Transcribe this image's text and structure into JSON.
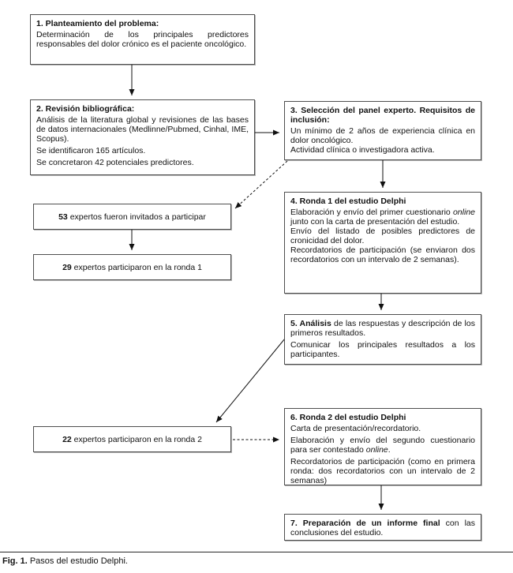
{
  "figure": {
    "caption_label": "Fig. 1.",
    "caption_text": " Pasos del estudio Delphi."
  },
  "colors": {
    "background": "#ffffff",
    "box_border": "#4f4f4f",
    "arrow": "#111111",
    "text": "#111111"
  },
  "boxes": {
    "step1": {
      "title": "1. Planteamiento del problema:",
      "body": "Determinación de los principales predictores responsables del dolor crónico es el paciente oncológico."
    },
    "step2": {
      "title": "2. Revisión bibliográfica:",
      "p1": "Análisis de la literatura global y revisiones de las bases de datos internacionales (Medlinne/Pubmed, Cinhal, IME, Scopus).",
      "p2": "Se identificaron 165 artículos.",
      "p3": "Se concretaron 42 potenciales predictores."
    },
    "step3": {
      "title": "3. Selección del panel experto. Requisitos de inclusión:",
      "p1": "Un mínimo de 2 años de experiencia clínica en dolor oncológico.",
      "p2": "Actividad clínica o investigadora activa."
    },
    "experts53": {
      "number": "53",
      "text": " expertos fueron invitados a participar"
    },
    "experts29": {
      "number": "29",
      "text": " expertos participaron en la ronda 1"
    },
    "step4": {
      "title": "4. Ronda 1 del estudio Delphi",
      "p1_pre": "Elaboración y envío del primer cuestionario ",
      "p1_italic": "online",
      "p1_post": " junto con la carta de presentación del estudio.",
      "p2": "Envío del listado de posibles predictores de cronicidad del dolor.",
      "p3": "Recordatorios de participación (se enviaron dos recordatorios con un intervalo de 2 semanas)."
    },
    "step5": {
      "title_bold": "5. Análisis",
      "title_rest": " de las respuestas y descripción de los primeros resultados.",
      "p2": "Comunicar los principales resultados a los participantes."
    },
    "experts22": {
      "number": "22",
      "text": " expertos participaron en la ronda 2"
    },
    "step6": {
      "title": "6. Ronda 2 del estudio Delphi",
      "p1": "Carta de presentación/recordatorio.",
      "p2_pre": "Elaboración y envío del segundo cuestionario para ser contestado ",
      "p2_italic": "online",
      "p2_post": ".",
      "p3": "Recordatorios de participación (como en primera ronda: dos recordatorios con un intervalo de 2 semanas)"
    },
    "step7": {
      "bold": "7. Preparación de un informe final",
      "rest": " con las conclusiones del estudio."
    }
  }
}
